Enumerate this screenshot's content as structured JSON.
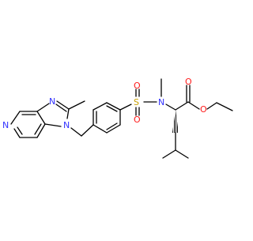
{
  "structure": {
    "atoms": {
      "n_imidazole_top": "N",
      "n_imidazole_bottom": "N",
      "n_pyridine": "N",
      "sulfur": "S",
      "oxygen_sulfonyl_top": "O",
      "oxygen_sulfonyl_bottom": "O",
      "n_sulfonamide": "N",
      "oxygen_carbonyl": "O",
      "oxygen_ester": "O"
    },
    "colors": {
      "bond": "#000000",
      "nitrogen": "#3333ff",
      "oxygen": "#ff1a1a",
      "sulfur": "#c8a000"
    }
  }
}
